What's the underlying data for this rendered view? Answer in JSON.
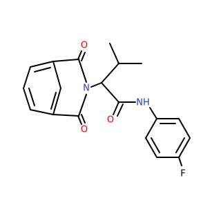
{
  "colors": {
    "bond": "#000000",
    "oxygen": "#e8000b",
    "nitrogen": "#1f3be0",
    "fluorine": "#000000",
    "background": "#ffffff"
  },
  "atoms": {
    "o_top": "O",
    "o_bottom": "O",
    "n_imide": "N",
    "o_amide": "O",
    "nh_amide": "NH",
    "fluorine": "F"
  }
}
